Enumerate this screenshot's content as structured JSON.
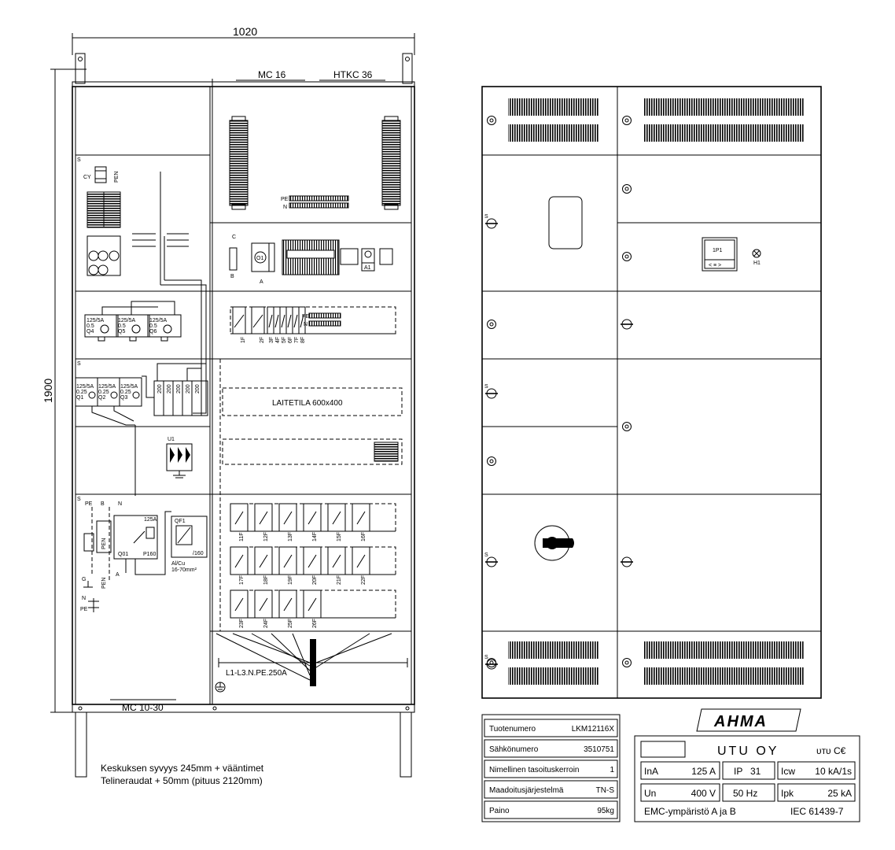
{
  "front_view": {
    "width_dimension": "1020",
    "height_dimension": "1900",
    "top_labels": [
      "MC 16",
      "HTKC 36"
    ],
    "bottom_label": "MC 10-30",
    "laitetila": "LAITETILA    600x400",
    "busbar_label": "L1-L3.N.PE.250A",
    "depth_note_line1": "Keskuksen syvyys 245mm + vääntimet",
    "depth_note_line2": "Telineraudat + 50mm (pituus 2120mm)",
    "labels": {
      "s": "S",
      "pen": "PEN",
      "cy": "CY",
      "pe": "PE",
      "n": "N",
      "c": "C",
      "b": "B",
      "a": "A",
      "g": "G",
      "o1": "O1",
      "a1": "A1",
      "u1": "U1",
      "qf1": "QF1",
      "q01": "Q01",
      "rating_125a": "125A",
      "p160": "P160",
      "div160": "/160",
      "al_cu": "Al/Cu",
      "mm2": "16-70mm²",
      "fuse_rating": "125/5A",
      "fuse_coef": "0.25",
      "fuse_size": "0.5",
      "fuse_ids_top": [
        "Q4",
        "Q5",
        "Q6"
      ],
      "fuse_ids_bottom": [
        "Q1",
        "Q2",
        "Q3"
      ],
      "terminal_label": "200"
    },
    "breaker_row1": [
      "1F",
      "2F",
      "3F",
      "4F",
      "5F",
      "6F",
      "7F",
      "8F"
    ],
    "breaker_rows": [
      [
        "11F",
        "12F",
        "13F",
        "14F",
        "15F",
        "16F"
      ],
      [
        "17F",
        "18F",
        "19F",
        "20F",
        "21F",
        "22F"
      ],
      [
        "23F",
        "24F",
        "25F",
        "26F"
      ]
    ]
  },
  "door_view": {
    "indicator_label": "1P1",
    "indicator_sub": "< ≡ >",
    "lamp_label": "H1",
    "s_mark": "S"
  },
  "product_info": {
    "rows": [
      {
        "label": "Tuotenumero",
        "value": "LKM12116X"
      },
      {
        "label": "Sähkönumero",
        "value": "3510751"
      },
      {
        "label": "Nimellinen tasoituskerroin",
        "value": "1"
      },
      {
        "label": "Maadoitusjärjestelmä",
        "value": "TN-S"
      },
      {
        "label": "Paino",
        "value": "95kg"
      }
    ]
  },
  "nameplate": {
    "brand": "AHMA",
    "manufacturer": "UTU OY",
    "marks": "ᴜᴛᴜ C€",
    "row1": [
      {
        "label": "InA",
        "value": "125 A"
      },
      {
        "label": "IP",
        "value": "31"
      },
      {
        "label": "Icw",
        "value": "10 kA/1s"
      }
    ],
    "row2": [
      {
        "label": "Un",
        "value": "400 V"
      },
      {
        "label": "",
        "value": "50 Hz"
      },
      {
        "label": "Ipk",
        "value": "25 kA"
      }
    ],
    "emc": "EMC-ympäristö  A ja B",
    "standard": "IEC 61439-7"
  }
}
